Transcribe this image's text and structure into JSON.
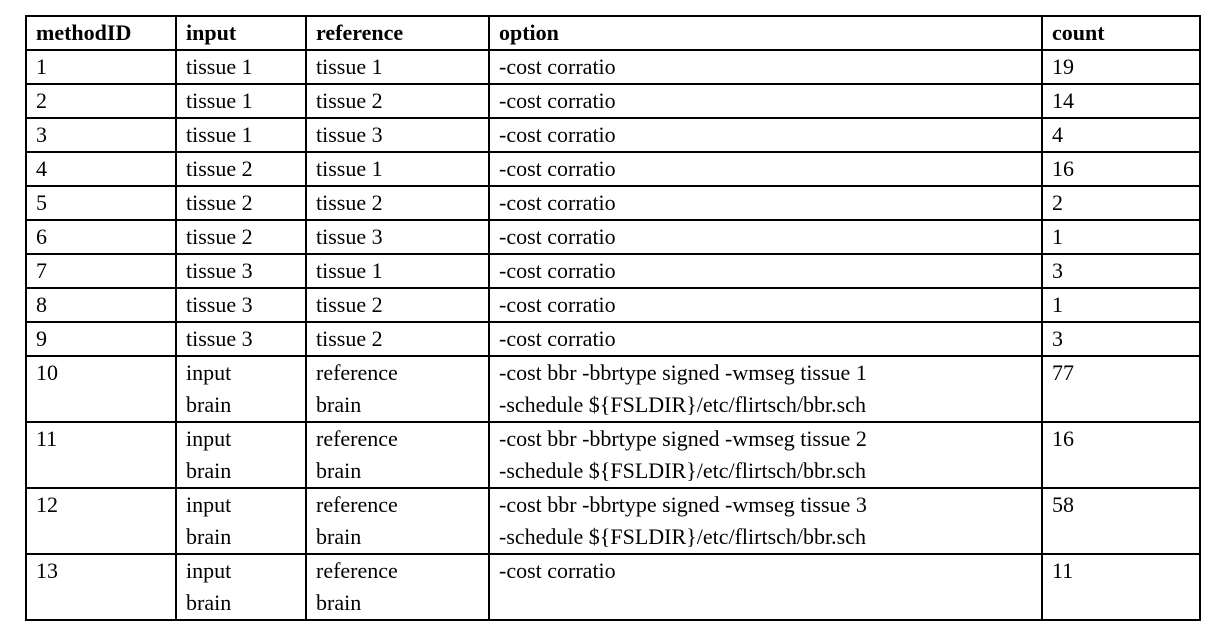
{
  "table": {
    "headers": {
      "method_id": "methodID",
      "input": "input",
      "reference": "reference",
      "option": "option",
      "count": "count"
    },
    "rows": [
      {
        "method_id": "1",
        "input": "tissue 1",
        "reference": "tissue 1",
        "option": "-cost corratio",
        "count": "19"
      },
      {
        "method_id": "2",
        "input": "tissue 1",
        "reference": "tissue 2",
        "option": "-cost corratio",
        "count": "14"
      },
      {
        "method_id": "3",
        "input": "tissue 1",
        "reference": "tissue 3",
        "option": "-cost corratio",
        "count": "4"
      },
      {
        "method_id": "4",
        "input": "tissue 2",
        "reference": "tissue 1",
        "option": "-cost corratio",
        "count": "16"
      },
      {
        "method_id": "5",
        "input": "tissue 2",
        "reference": "tissue 2",
        "option": "-cost corratio",
        "count": "2"
      },
      {
        "method_id": "6",
        "input": "tissue 2",
        "reference": "tissue 3",
        "option": "-cost corratio",
        "count": "1"
      },
      {
        "method_id": "7",
        "input": "tissue 3",
        "reference": "tissue 1",
        "option": "-cost corratio",
        "count": "3"
      },
      {
        "method_id": "8",
        "input": "tissue 3",
        "reference": "tissue 2",
        "option": "-cost corratio",
        "count": "1"
      },
      {
        "method_id": "9",
        "input": "tissue 3",
        "reference": "tissue 2",
        "option": "-cost corratio",
        "count": "3"
      },
      {
        "method_id": "10",
        "input": "input\nbrain",
        "reference": "reference\nbrain",
        "option": "-cost bbr -bbrtype signed -wmseg tissue 1\n-schedule ${FSLDIR}/etc/flirtsch/bbr.sch",
        "count": "77"
      },
      {
        "method_id": "11",
        "input": "input\nbrain",
        "reference": "reference\nbrain",
        "option": "-cost bbr -bbrtype signed -wmseg tissue 2\n-schedule ${FSLDIR}/etc/flirtsch/bbr.sch",
        "count": "16"
      },
      {
        "method_id": "12",
        "input": "input\nbrain",
        "reference": "reference\nbrain",
        "option": "-cost bbr -bbrtype signed -wmseg tissue 3\n-schedule ${FSLDIR}/etc/flirtsch/bbr.sch",
        "count": "58"
      },
      {
        "method_id": "13",
        "input": "input\nbrain",
        "reference": "reference\nbrain",
        "option": "-cost corratio",
        "count": "11"
      }
    ]
  },
  "colors": {
    "text": "#000000",
    "border": "#000000",
    "background": "#ffffff"
  }
}
